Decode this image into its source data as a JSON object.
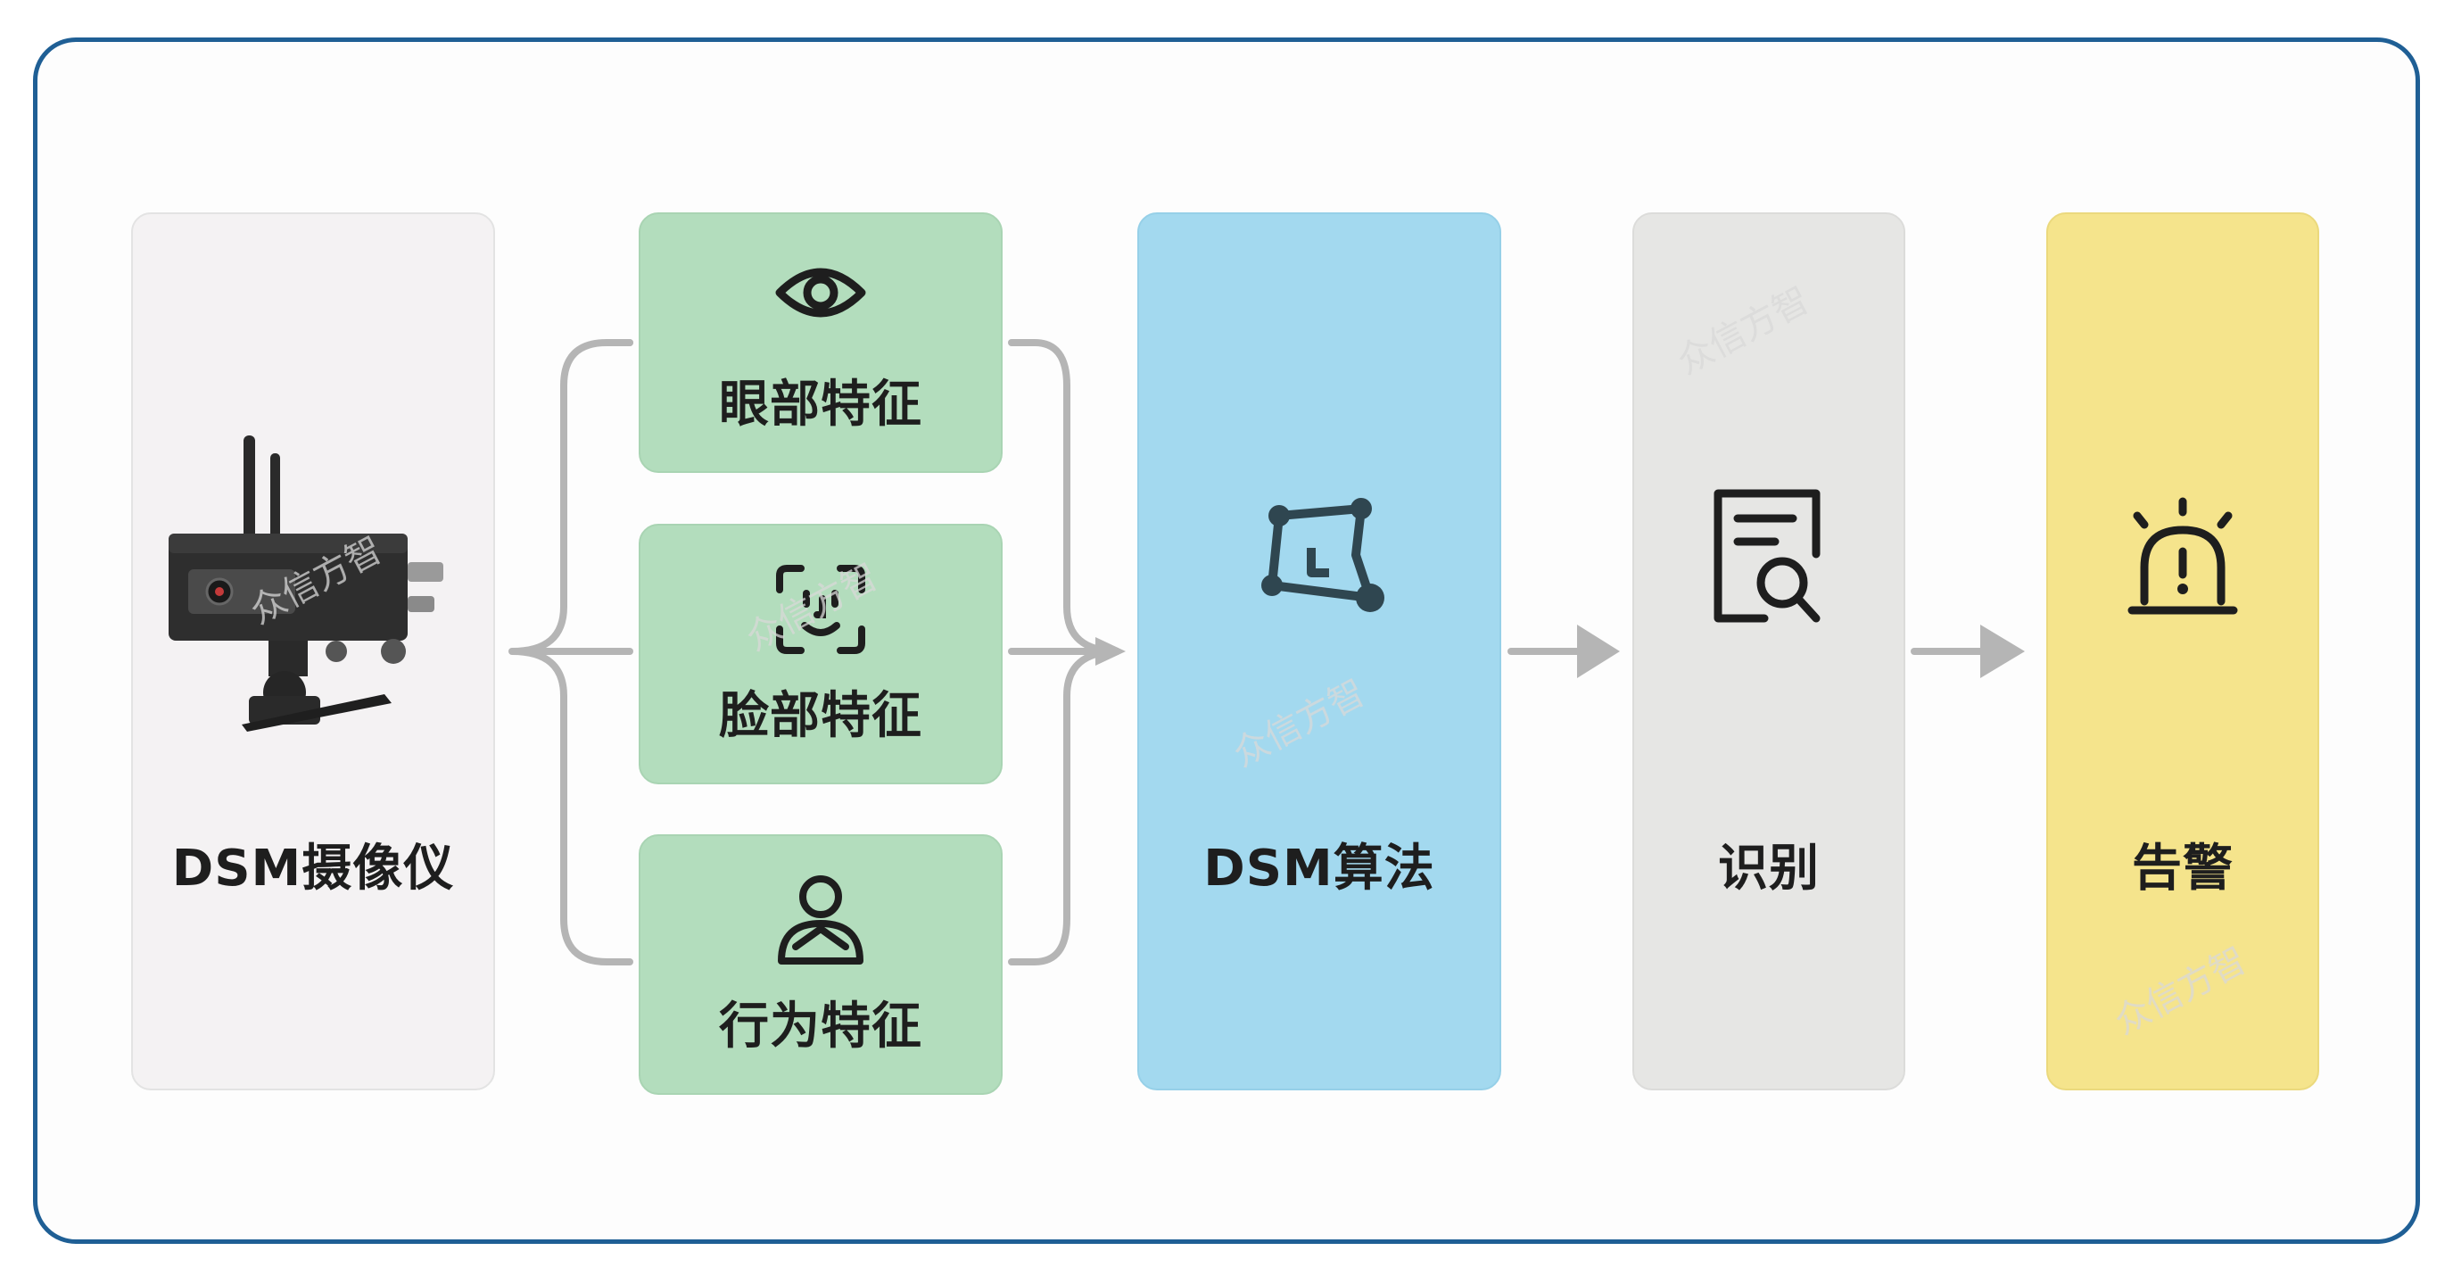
{
  "nodes": {
    "camera": {
      "label": "DSM摄像仪",
      "icon": "camera-device-icon"
    },
    "eye": {
      "label": "眼部特征",
      "icon": "eye-icon"
    },
    "face": {
      "label": "脸部特征",
      "icon": "face-scan-icon"
    },
    "behavior": {
      "label": "行为特征",
      "icon": "person-icon"
    },
    "algorithm": {
      "label": "DSM算法",
      "icon": "polygon-nodes-icon"
    },
    "recognition": {
      "label": "识别",
      "icon": "document-search-icon"
    },
    "alarm": {
      "label": "告警",
      "icon": "alarm-light-icon"
    }
  },
  "watermark": "众信方智",
  "colors": {
    "frame_border": "#1f5f95",
    "camera_bg": "#f4f2f3",
    "feature_bg": "#b3ddbd",
    "algorithm_bg": "#a3d9ef",
    "recognition_bg": "#e6e6e4",
    "alarm_bg": "#f5e48c",
    "connector": "#b5b5b5"
  }
}
